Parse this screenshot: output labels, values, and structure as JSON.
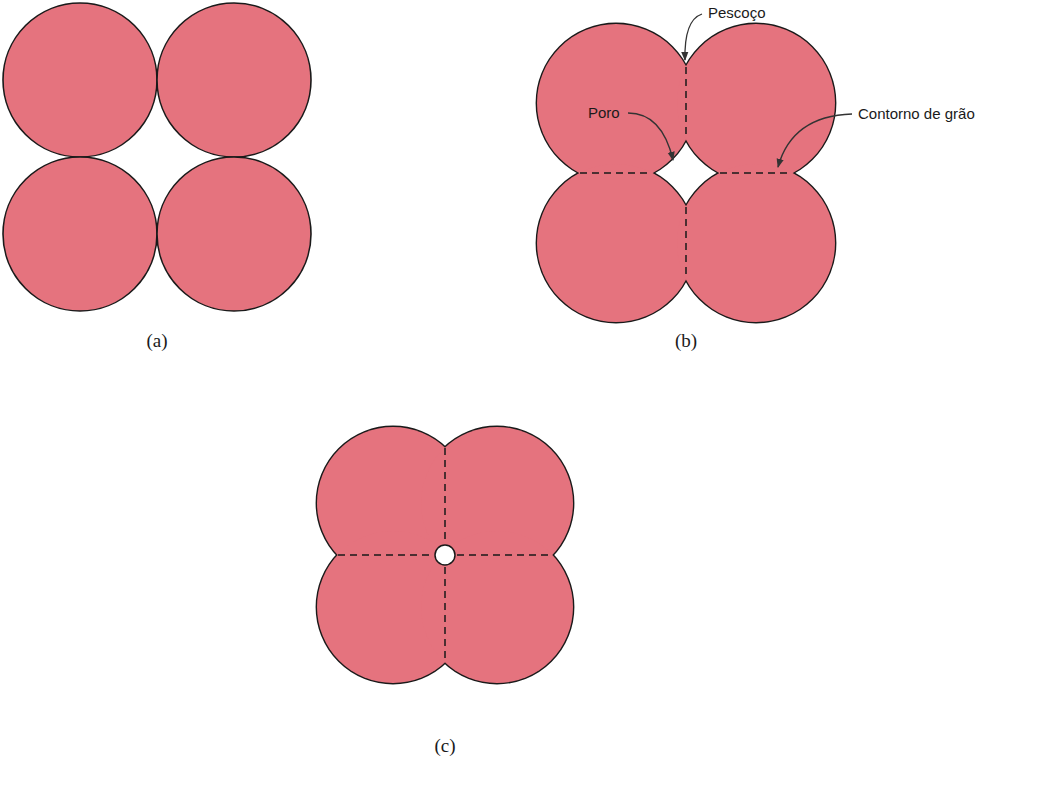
{
  "diagram": {
    "labels": [
      "Pescoço",
      "Poro",
      "Contorno de grão",
      "(a)",
      "(b)",
      "(c)"
    ]
  }
}
